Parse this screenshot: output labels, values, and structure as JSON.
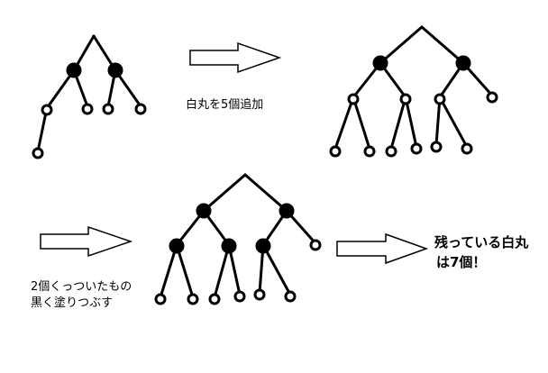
{
  "labels": {
    "step1_caption": "白丸を5個追加",
    "step2_caption_line1": "2個くっついたもの",
    "step2_caption_line2": "黒く塗りつぶす",
    "result_line1": "残っている白丸",
    "result_line2": "は7個！"
  },
  "trees": {
    "tree_initial": {
      "black_nodes": 2,
      "white_nodes": 5
    },
    "tree_added": {
      "black_nodes": 2,
      "white_nodes": 10,
      "white_nodes_added": 5
    },
    "tree_filled": {
      "black_nodes": 5,
      "white_nodes": 7
    }
  },
  "colors": {
    "stroke": "#000000",
    "background": "#ffffff",
    "filled_node": "#000000",
    "open_node": "#ffffff"
  },
  "icons": {
    "step_arrow": "hollow-right-arrow"
  }
}
